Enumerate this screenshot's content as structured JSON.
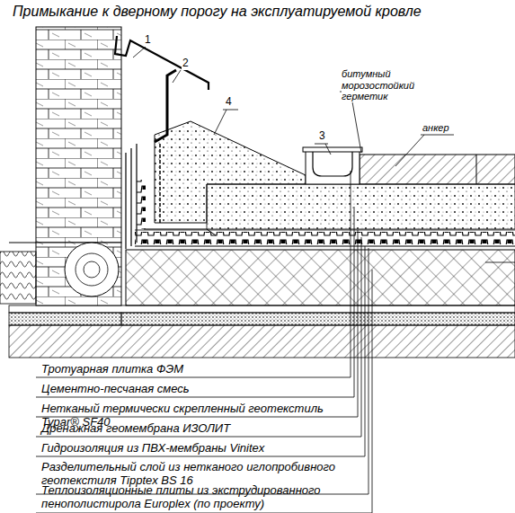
{
  "diagram": {
    "title": "Примыкание к дверному порогу на эксплуатируемой кровле",
    "labels": [
      "1",
      "2",
      "3",
      "4",
      "битумный морозостойкий герметик",
      "анкер",
      "Тротуарная плитка ФЭМ",
      "Цементно-песчаная смесь",
      "Нетканый термически скрепленный геотекстиль Typar® SF40",
      "Дренажная геомембрана ИЗОЛИТ",
      "Гидроизоляция из ПВХ-мембраны Vinitex",
      "Разделительный слой из нетканого иглопробивного геотекстиля Tipptex BS 16",
      "Теплоизоляционные плиты из экструдированного пенополистирола Europlex (по проекту)"
    ]
  }
}
